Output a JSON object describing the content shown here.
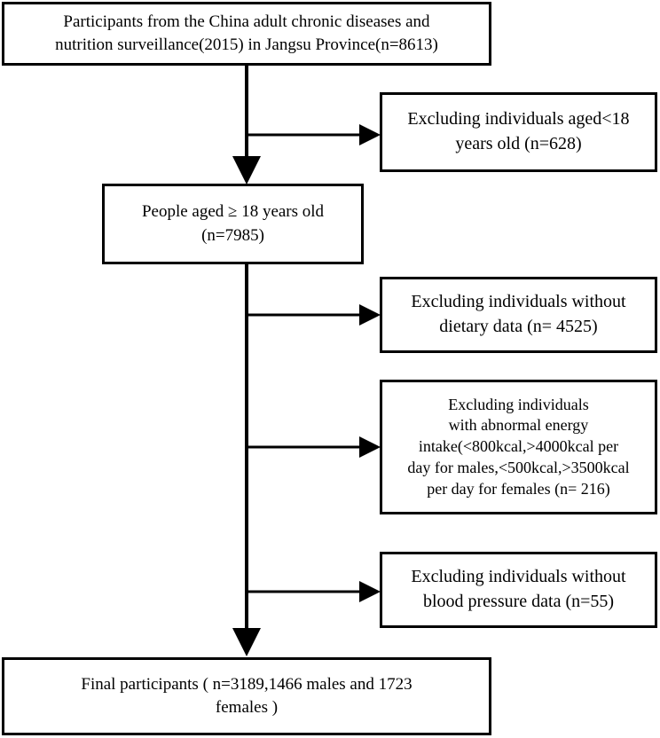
{
  "flowchart": {
    "start": "Participants from the China adult chronic diseases and\nnutrition surveillance(2015) in Jangsu Province(n=8613)",
    "aged_18_plus": "People aged ≥ 18 years old\n(n=7985)",
    "final": "Final participants ( n=3189,1466 males and 1723\nfemales )",
    "exclusions": [
      "Excluding individuals aged<18\nyears old (n=628)",
      "Excluding individuals without\ndietary data  (n= 4525)",
      "Excluding individuals\nwith abnormal energy\nintake(<800kcal,>4000kcal per\nday for males,<500kcal,>3500kcal\nper day for females  (n= 216)",
      "Excluding individuals without\nblood pressure data (n=55)"
    ]
  }
}
